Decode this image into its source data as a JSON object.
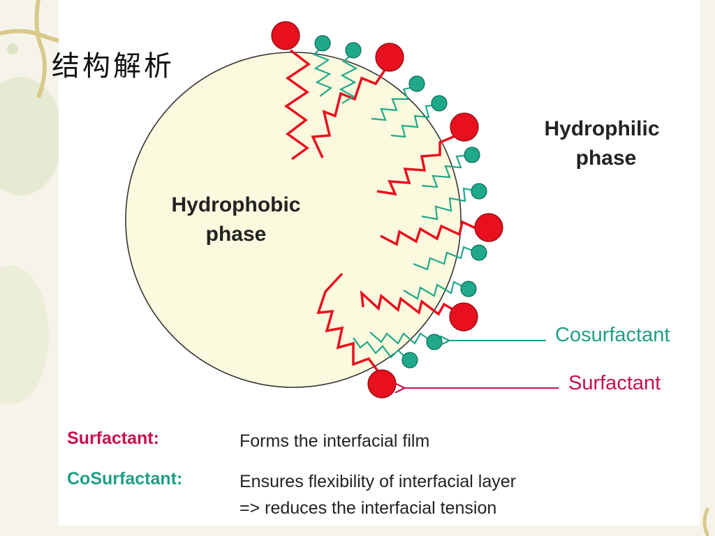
{
  "slide": {
    "title": "结构解析"
  },
  "diagram": {
    "hydrophobic_label_line1": "Hydrophobic",
    "hydrophobic_label_line2": "phase",
    "hydrophilic_label_line1": "Hydrophilic",
    "hydrophilic_label_line2": "phase",
    "cosurfactant_label": "Cosurfactant",
    "surfactant_label": "Surfactant"
  },
  "legend": {
    "surfactant_term": "Surfactant:",
    "surfactant_desc": "Forms the interfacial film",
    "cosurfactant_term": "CoSurfactant:",
    "cosurfactant_desc_line1": "Ensures flexibility of interfacial layer",
    "cosurfactant_desc_line2": "=> reduces the interfacial tension"
  },
  "colors": {
    "surfactant": "#e8101e",
    "cosurfactant": "#1fa98a",
    "surfactant_label": "#c8104a",
    "cosurfactant_label": "#1f9e86",
    "droplet_fill": "#fbf9de",
    "background": "#f6f4ea"
  }
}
